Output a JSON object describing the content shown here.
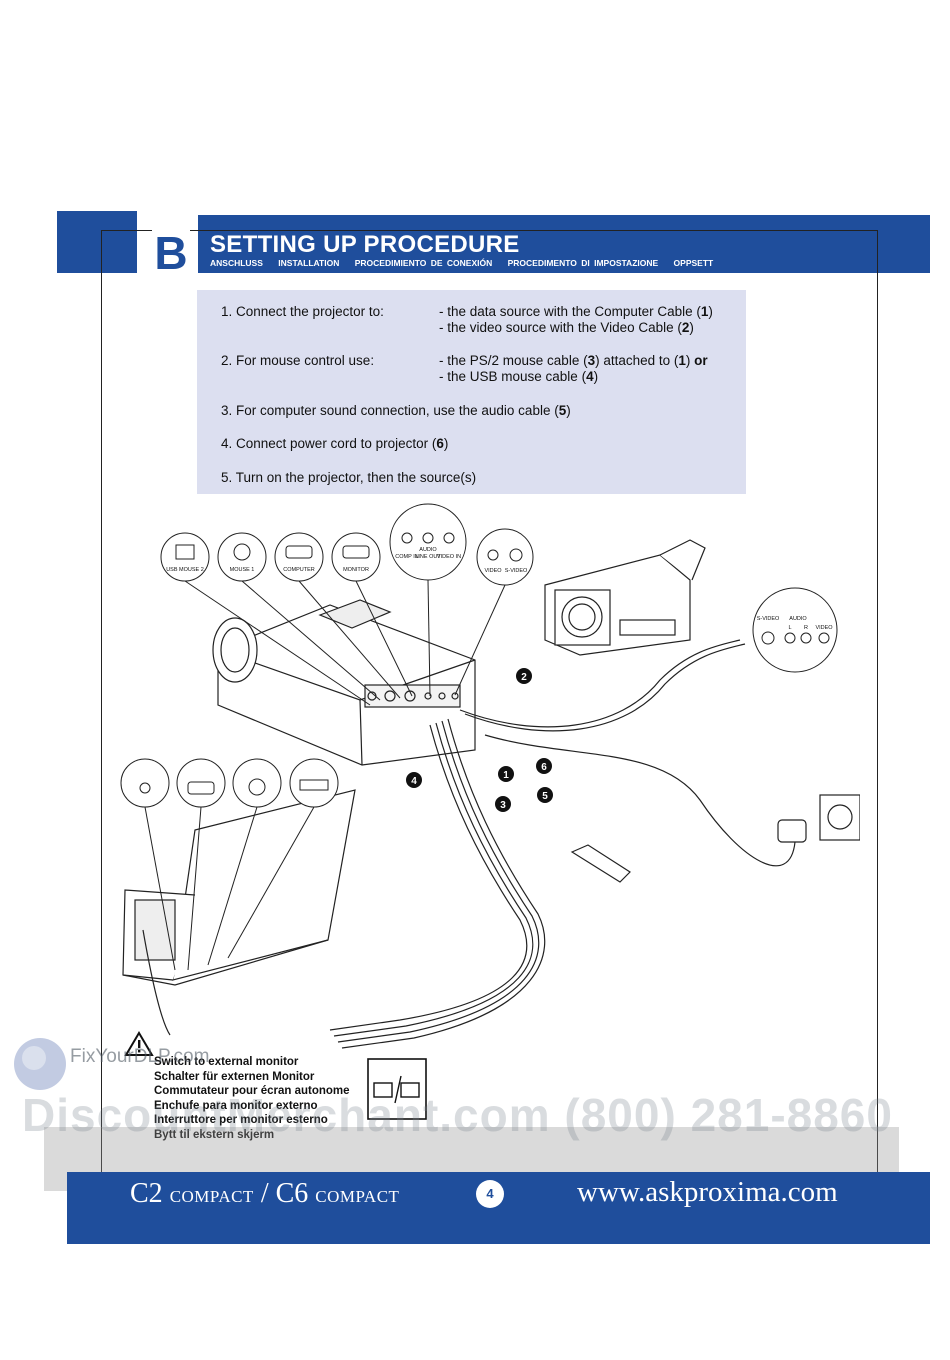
{
  "header": {
    "section_letter": "B",
    "title": "SETTING UP PROCEDURE",
    "subtitles": [
      "ANSCHLUSS",
      "INSTALLATION",
      "PROCEDIMIENTO DE CONEXIÓN",
      "PROCEDIMENTO DI IMPOSTAZIONE",
      "OPPSETT"
    ]
  },
  "steps": [
    {
      "label": "1.  Connect the projector to:",
      "details": [
        "- the data source with the Computer Cable (1)",
        "- the video source with the Video Cable (2)"
      ]
    },
    {
      "label": "2.  For mouse control use:",
      "details": [
        "- the PS/2 mouse cable (3) attached to (1) or",
        "- the USB mouse cable (4)"
      ]
    },
    {
      "label": "3.  For computer sound connection, use the audio cable (5)",
      "details": []
    },
    {
      "label": "4.  Connect power cord to projector (6)",
      "details": []
    },
    {
      "label": "5.  Turn on the projector, then the source(s)",
      "details": []
    }
  ],
  "diagram": {
    "projector_ports": [
      "USB MOUSE 2",
      "MOUSE 1",
      "COMPUTER",
      "MONITOR"
    ],
    "audio_group": {
      "title": "AUDIO",
      "labels": [
        "COMP IN",
        "LINE OUT",
        "VIDEO IN"
      ]
    },
    "video_ports": [
      "VIDEO",
      "S-VIDEO"
    ],
    "camera_ports": {
      "svideo": "S-VIDEO",
      "audio": "AUDIO",
      "l": "L",
      "r": "R",
      "video": "VIDEO"
    },
    "callouts": [
      "1",
      "2",
      "3",
      "4",
      "5",
      "6"
    ]
  },
  "monitor_switch": [
    "Switch to external monitor",
    "Schalter für externen Monitor",
    "Commutateur pour écran autonome",
    "Enchufe para monitor externo",
    "Interruttore per monitor esterno",
    "Bytt til ekstern skjerm"
  ],
  "footer": {
    "model_c2": "C2",
    "compact": "COMPACT",
    "slash": " / ",
    "model_c6": "C6",
    "page_number": "4",
    "url": "www.askproxima.com"
  },
  "watermark": {
    "fyd": "FixYourDLP.com",
    "text": "DiscountMerchant.com (800) 281-8860"
  },
  "colors": {
    "brand_blue": "#1f4e9c",
    "steps_bg": "#dcdff0"
  }
}
